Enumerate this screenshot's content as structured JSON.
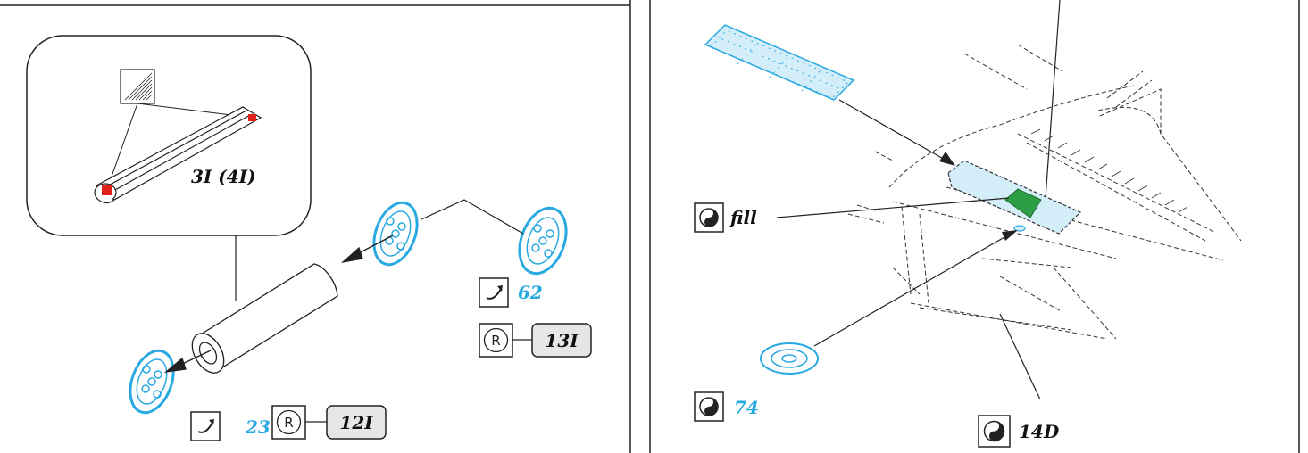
{
  "colors": {
    "part_blue": "#29a9e1",
    "part_blue_fill": "#d4eef9",
    "decal_green": "#2e9e46",
    "highlight_red": "#e0201b",
    "badge_grey": "#e6e6e6",
    "line": "#222222"
  },
  "icons": {
    "glue": "glue-arrow-icon",
    "registered": "registered-r-icon",
    "paint": "yin-yang-paint-icon",
    "sanding": "sanding-hatch-icon"
  },
  "left_panel": {
    "inset_label": "3I (4I)",
    "step_a": {
      "number": "62",
      "ref": "13I"
    },
    "step_b": {
      "number": "23",
      "ref": "12I"
    }
  },
  "right_panel": {
    "fill_label": "fill",
    "part_74": "74",
    "part_14d": "14D"
  }
}
